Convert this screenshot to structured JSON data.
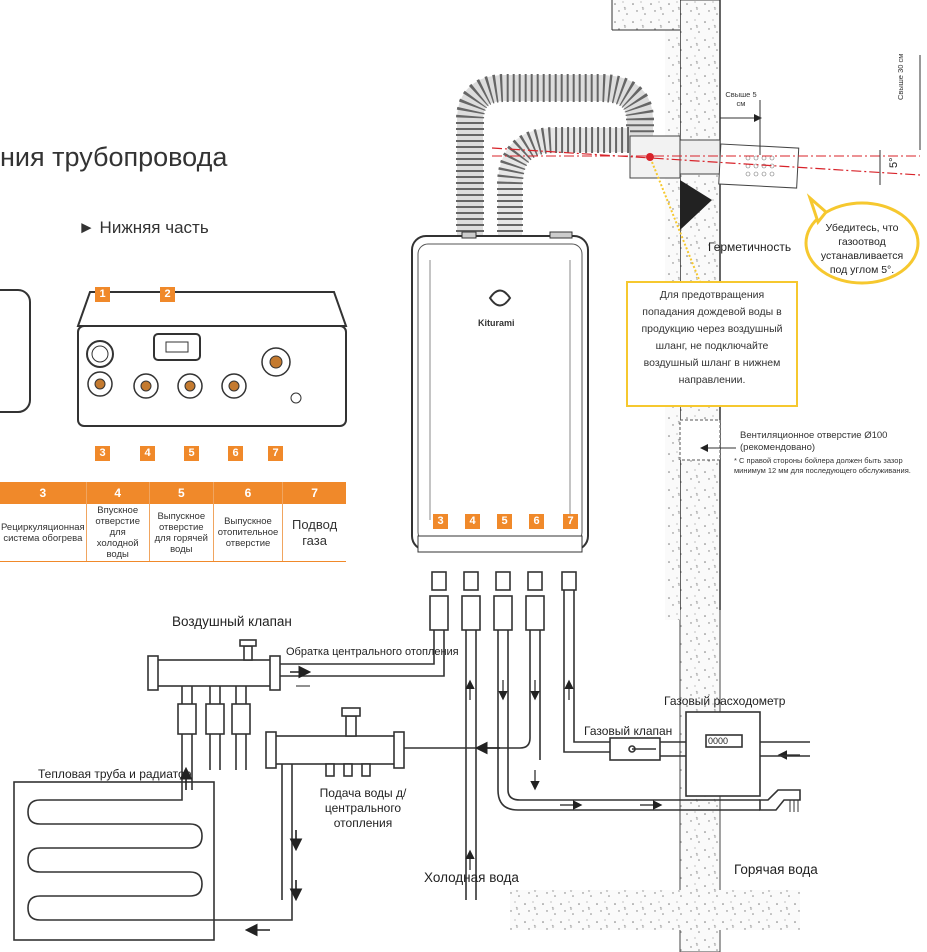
{
  "title": "ния трубопровода",
  "subtitle": "► Нижняя часть",
  "bottom_badges": [
    "1",
    "2",
    "3",
    "4",
    "5",
    "6",
    "7"
  ],
  "table": {
    "numbers": [
      "3",
      "4",
      "5",
      "6",
      "7"
    ],
    "descriptions": [
      "Рециркуляционная система обогрева",
      "Впускное отверстие для холодной воды",
      "Выпускное отверстие для горячей воды",
      "Выпускное отопительное отверстие",
      "Подвод газа"
    ]
  },
  "boiler": {
    "brand": "Kiturami",
    "port_badges": [
      "3",
      "4",
      "5",
      "6",
      "7"
    ]
  },
  "labels": {
    "air_valve": "Воздушный клапан",
    "return_line": "Обратка центрального отопления",
    "heat_pipe": "Тепловая труба и радиатор",
    "supply_line": "Подача воды д/ центрального отопления",
    "cold_water": "Холодная вода",
    "hot_water": "Горячая вода",
    "gas_valve": "Газовый клапан",
    "gas_meter": "Газовый расходометр",
    "gas_meter_reading": "0000",
    "sealing": "Герметичность",
    "above_5cm": "Свыше 5 см",
    "above_30cm": "Свыше 30 см",
    "angle": "5°"
  },
  "callout_rain": "Для предотвращения попадания дождевой воды в продукцию через воздушный шланг, не подключайте воздушный шланг в нижнем направлении.",
  "callout_angle": "Убедитесь, что газоотвод устанавливается под углом 5°.",
  "vent_note": {
    "line1": "Вентиляционное отверстие Ø100",
    "line2": "(рекомендовано)",
    "footnote": "* С правой стороны бойлера должен быть зазор минимум 12 мм для последующего обслуживания."
  },
  "colors": {
    "accent_orange": "#f0892a",
    "callout_yellow": "#f6c82f",
    "flue_line_red": "#d8232a"
  }
}
